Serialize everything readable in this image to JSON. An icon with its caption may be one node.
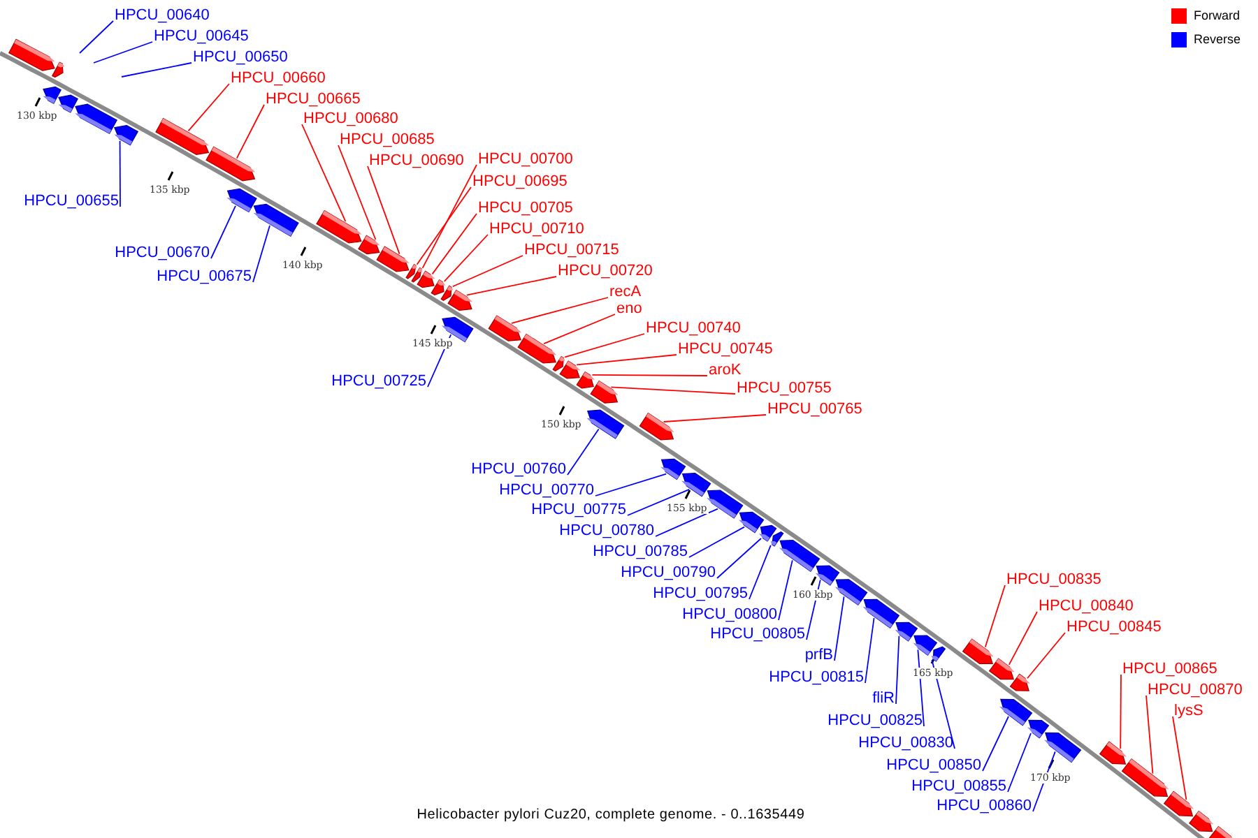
{
  "diagram": {
    "caption": "Helicobacter pylori Cuz20, complete genome. - 0..1635449",
    "nodes": [
      {
        "text": [
          "HPCU_00640"
        ]
      },
      {
        "text": [
          "HPCU_00645"
        ]
      },
      {
        "text": [
          "HPCU_00650"
        ]
      },
      {
        "text": [],
        "shape": "bar"
      },
      {
        "text": [],
        "shape": "bar"
      },
      {
        "text": [],
        "shape": "bar"
      },
      {
        "text": [],
        "shape": "bar"
      },
      {
        "text": [],
        "shape": "bar"
      },
      {
        "text": [
          "HPCU_00655"
        ]
      },
      {
        "text": [],
        "shape": "bar"
      },
      {
        "text": [
          "HPCU_00660"
        ]
      },
      {
        "text": [],
        "shape": "bar"
      },
      {
        "text": [
          "HPCU_00665"
        ]
      },
      {
        "text": [],
        "shape": "bar"
      },
      {
        "text": [
          "HPCU_00670"
        ]
      },
      {
        "text": [],
        "shape": "bar"
      },
      {
        "text": [
          "HPCU_00675"
        ]
      },
      {
        "text": [],
        "shape": "bar"
      },
      {
        "text": [
          "HPCU_00680"
        ]
      },
      {
        "text": [],
        "shape": "bar"
      },
      {
        "text": [
          "HPCU_00685"
        ]
      },
      {
        "text": [],
        "shape": "bar"
      },
      {
        "text": [
          "HPCU_00690"
        ]
      },
      {
        "text": [],
        "shape": "bar"
      },
      {
        "text": [
          "HPCU_00695"
        ]
      },
      {
        "text": [],
        "shape": "bar"
      },
      {
        "text": [
          "HPCU_00700"
        ]
      },
      {
        "text": [],
        "shape": "bar"
      },
      {
        "text": [
          "HPCU_00705"
        ]
      },
      {
        "text": [],
        "shape": "bar"
      },
      {
        "text": [
          "HPCU_00710"
        ]
      },
      {
        "text": [],
        "shape": "bar"
      },
      {
        "text": [
          "HPCU_00715"
        ]
      },
      {
        "text": [],
        "shape": "bar"
      },
      {
        "text": [
          "HPCU_00720"
        ]
      },
      {
        "text": [],
        "shape": "bar"
      },
      {
        "text": [
          "HPCU_00725"
        ]
      },
      {
        "text": [],
        "shape": "bar"
      },
      {
        "text": [
          "recA"
        ]
      },
      {
        "text": [],
        "shape": "bar"
      },
      {
        "text": [
          "eno"
        ]
      },
      {
        "text": [],
        "shape": "bar"
      },
      {
        "text": [
          "HPCU_00740"
        ]
      },
      {
        "text": [],
        "shape": "bar"
      },
      {
        "text": [
          "HPCU_00745"
        ]
      },
      {
        "text": [],
        "shape": "bar"
      },
      {
        "text": [
          "aroK"
        ]
      },
      {
        "text": [],
        "shape": "bar"
      },
      {
        "text": [
          "HPCU_00755"
        ]
      },
      {
        "text": [],
        "shape": "bar"
      },
      {
        "text": [
          "HPCU_00760"
        ]
      },
      {
        "text": [],
        "shape": "bar"
      },
      {
        "text": [
          "HPCU_00765"
        ]
      },
      {
        "text": [],
        "shape": "bar"
      },
      {
        "text": [
          "HPCU_00770"
        ]
      },
      {
        "text": [],
        "shape": "bar"
      },
      {
        "text": [
          "HPCU_00775"
        ]
      },
      {
        "text": [],
        "shape": "bar"
      },
      {
        "text": [
          "HPCU_00780"
        ]
      },
      {
        "text": [],
        "shape": "bar"
      },
      {
        "text": [
          "HPCU_00785"
        ]
      },
      {
        "text": [],
        "shape": "bar"
      },
      {
        "text": [
          "HPCU_00790"
        ]
      },
      {
        "text": [],
        "shape": "bar"
      },
      {
        "text": [
          "HPCU_00795"
        ]
      },
      {
        "text": [],
        "shape": "bar"
      },
      {
        "text": [
          "HPCU_00800"
        ]
      },
      {
        "text": [],
        "shape": "bar"
      },
      {
        "text": [
          "HPCU_00805"
        ]
      },
      {
        "text": [],
        "shape": "bar"
      },
      {
        "text": [
          "prfB"
        ]
      },
      {
        "text": [],
        "shape": "bar"
      },
      {
        "text": [
          "HPCU_00815"
        ]
      },
      {
        "text": [],
        "shape": "bar"
      },
      {
        "text": [
          "fliR"
        ]
      },
      {
        "text": [],
        "shape": "bar"
      },
      {
        "text": [
          "HPCU_00825"
        ]
      },
      {
        "text": [],
        "shape": "bar"
      },
      {
        "text": [
          "HPCU_00830"
        ]
      },
      {
        "text": [],
        "shape": "bar"
      },
      {
        "text": [
          "HPCU_00835"
        ]
      },
      {
        "text": [],
        "shape": "bar"
      },
      {
        "text": [
          "HPCU_00840"
        ]
      },
      {
        "text": [],
        "shape": "bar"
      },
      {
        "text": [
          "HPCU_00845"
        ]
      },
      {
        "text": [],
        "shape": "bar"
      },
      {
        "text": [
          "HPCU_00850"
        ]
      },
      {
        "text": [],
        "shape": "bar"
      },
      {
        "text": [
          "HPCU_00855"
        ]
      },
      {
        "text": [],
        "shape": "bar"
      },
      {
        "text": [
          "HPCU_00860"
        ]
      },
      {
        "text": [],
        "shape": "bar"
      },
      {
        "text": [
          "HPCU_00865"
        ]
      },
      {
        "text": [],
        "shape": "bar"
      },
      {
        "text": [
          "HPCU_00870"
        ]
      },
      {
        "text": [],
        "shape": "bar"
      },
      {
        "text": [
          "lysS"
        ]
      },
      {
        "text": [],
        "shape": "bar"
      },
      {
        "text": [],
        "shape": "bar"
      },
      {
        "text": [],
        "shape": "bar"
      }
    ],
    "edges": [
      {
        "from": 0,
        "to": null,
        "arrow": "none",
        "color": "#0000ff"
      },
      {
        "from": 1,
        "to": null,
        "arrow": "none",
        "color": "#0000ff"
      },
      {
        "from": 2,
        "to": null,
        "arrow": "none",
        "color": "#0000ff"
      },
      {
        "from": 8,
        "to": 9,
        "arrow": "none",
        "color": "#0000ff"
      },
      {
        "from": 10,
        "to": 11,
        "arrow": "none",
        "color": "#ff0000"
      },
      {
        "from": 12,
        "to": 13,
        "arrow": "none",
        "color": "#ff0000"
      },
      {
        "from": 14,
        "to": 15,
        "arrow": "none",
        "color": "#0000ff"
      },
      {
        "from": 16,
        "to": 17,
        "arrow": "none",
        "color": "#0000ff"
      },
      {
        "from": 18,
        "to": 19,
        "arrow": "none",
        "color": "#ff0000"
      },
      {
        "from": 20,
        "to": 21,
        "arrow": "none",
        "color": "#ff0000"
      },
      {
        "from": 22,
        "to": 23,
        "arrow": "none",
        "color": "#ff0000"
      },
      {
        "from": 24,
        "to": 25,
        "arrow": "none",
        "color": "#ff0000"
      },
      {
        "from": 26,
        "to": 27,
        "arrow": "none",
        "color": "#ff0000"
      },
      {
        "from": 28,
        "to": 29,
        "arrow": "none",
        "color": "#ff0000"
      },
      {
        "from": 30,
        "to": 31,
        "arrow": "none",
        "color": "#ff0000"
      },
      {
        "from": 32,
        "to": 33,
        "arrow": "none",
        "color": "#ff0000"
      },
      {
        "from": 34,
        "to": 35,
        "arrow": "none",
        "color": "#ff0000"
      },
      {
        "from": 36,
        "to": 37,
        "arrow": "none",
        "color": "#0000ff"
      },
      {
        "from": 38,
        "to": 39,
        "arrow": "none",
        "color": "#ff0000"
      },
      {
        "from": 40,
        "to": 41,
        "arrow": "none",
        "color": "#ff0000"
      },
      {
        "from": 42,
        "to": 43,
        "arrow": "none",
        "color": "#ff0000"
      },
      {
        "from": 44,
        "to": 45,
        "arrow": "none",
        "color": "#ff0000"
      },
      {
        "from": 46,
        "to": 47,
        "arrow": "none",
        "color": "#ff0000"
      },
      {
        "from": 48,
        "to": 49,
        "arrow": "none",
        "color": "#ff0000"
      },
      {
        "from": 50,
        "to": 51,
        "arrow": "none",
        "color": "#0000ff"
      },
      {
        "from": 52,
        "to": 53,
        "arrow": "none",
        "color": "#ff0000"
      },
      {
        "from": 54,
        "to": 55,
        "arrow": "none",
        "color": "#0000ff"
      },
      {
        "from": 56,
        "to": 57,
        "arrow": "none",
        "color": "#0000ff"
      },
      {
        "from": 58,
        "to": 59,
        "arrow": "none",
        "color": "#0000ff"
      },
      {
        "from": 60,
        "to": 61,
        "arrow": "none",
        "color": "#0000ff"
      },
      {
        "from": 62,
        "to": 63,
        "arrow": "none",
        "color": "#0000ff"
      },
      {
        "from": 64,
        "to": 65,
        "arrow": "none",
        "color": "#0000ff"
      },
      {
        "from": 66,
        "to": 67,
        "arrow": "none",
        "color": "#0000ff"
      },
      {
        "from": 68,
        "to": 69,
        "arrow": "none",
        "color": "#0000ff"
      },
      {
        "from": 70,
        "to": 71,
        "arrow": "none",
        "color": "#0000ff"
      },
      {
        "from": 72,
        "to": 73,
        "arrow": "none",
        "color": "#0000ff"
      },
      {
        "from": 74,
        "to": 75,
        "arrow": "none",
        "color": "#0000ff"
      },
      {
        "from": 76,
        "to": 77,
        "arrow": "none",
        "color": "#0000ff"
      },
      {
        "from": 78,
        "to": 79,
        "arrow": "none",
        "color": "#0000ff"
      },
      {
        "from": 80,
        "to": 81,
        "arrow": "none",
        "color": "#ff0000"
      },
      {
        "from": 82,
        "to": 83,
        "arrow": "none",
        "color": "#ff0000"
      },
      {
        "from": 84,
        "to": 85,
        "arrow": "none",
        "color": "#ff0000"
      },
      {
        "from": 86,
        "to": 87,
        "arrow": "none",
        "color": "#0000ff"
      },
      {
        "from": 88,
        "to": 89,
        "arrow": "none",
        "color": "#0000ff"
      },
      {
        "from": 90,
        "to": 91,
        "arrow": "none",
        "color": "#0000ff"
      },
      {
        "from": 92,
        "to": 93,
        "arrow": "none",
        "color": "#ff0000"
      },
      {
        "from": 94,
        "to": 95,
        "arrow": "none",
        "color": "#ff0000"
      },
      {
        "from": 96,
        "to": 97,
        "arrow": "none",
        "color": "#ff0000"
      }
    ],
    "labels": [
      "130 kbp",
      "135 kbp",
      "140 kbp",
      "145 kbp",
      "150 kbp",
      "155 kbp",
      "160 kbp",
      "165 kbp",
      "170 kbp"
    ],
    "legend": [
      {
        "text": "Forward",
        "color": "#ff0000"
      },
      {
        "text": "Reverse",
        "color": "#0000ff"
      }
    ]
  }
}
